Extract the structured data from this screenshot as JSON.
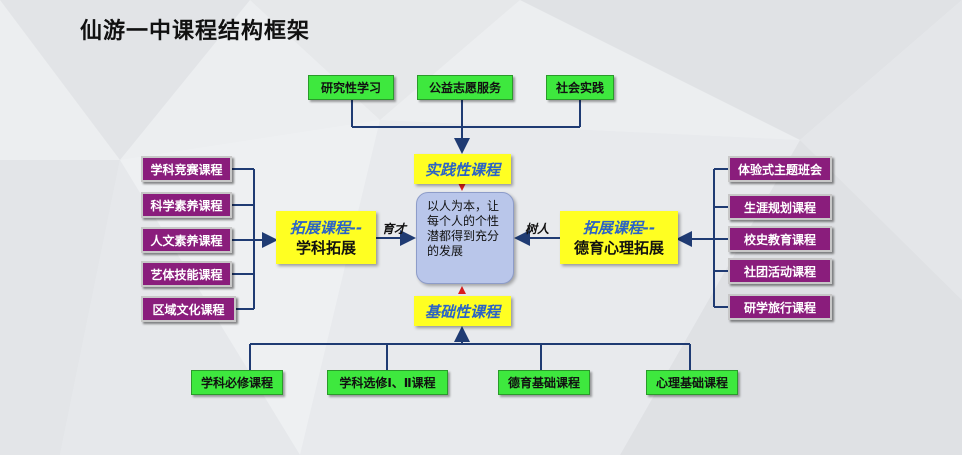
{
  "title": "仙游一中课程结构框架",
  "top_items": [
    "研究性学习",
    "公益志愿服务",
    "社会实践"
  ],
  "practice_course": "实践性课程",
  "left_items": [
    "学科竞赛课程",
    "科学素养课程",
    "人文素养课程",
    "艺体技能课程",
    "区域文化课程"
  ],
  "left_hub": {
    "line1": "拓展课程--",
    "line2": "学科拓展"
  },
  "left_edge_label": "育才",
  "center_text": "以人为本，让每个人的个性潜都得到充分的发展",
  "right_edge_label": "树人",
  "right_hub": {
    "line1": "拓展课程--",
    "line2": "德育心理拓展"
  },
  "right_items": [
    "体验式主题班会",
    "生涯规划课程",
    "校史教育课程",
    "社团活动课程",
    "研学旅行课程"
  ],
  "basic_course": "基础性课程",
  "bottom_items": [
    "学科必修课程",
    "学科选修Ⅰ、Ⅱ课程",
    "德育基础课程",
    "心理基础课程"
  ],
  "colors": {
    "green": "#3ee83e",
    "purple": "#8a1d7c",
    "yellow": "#ffff22",
    "center": "#b9c6ea",
    "line": "#1f3b73"
  }
}
